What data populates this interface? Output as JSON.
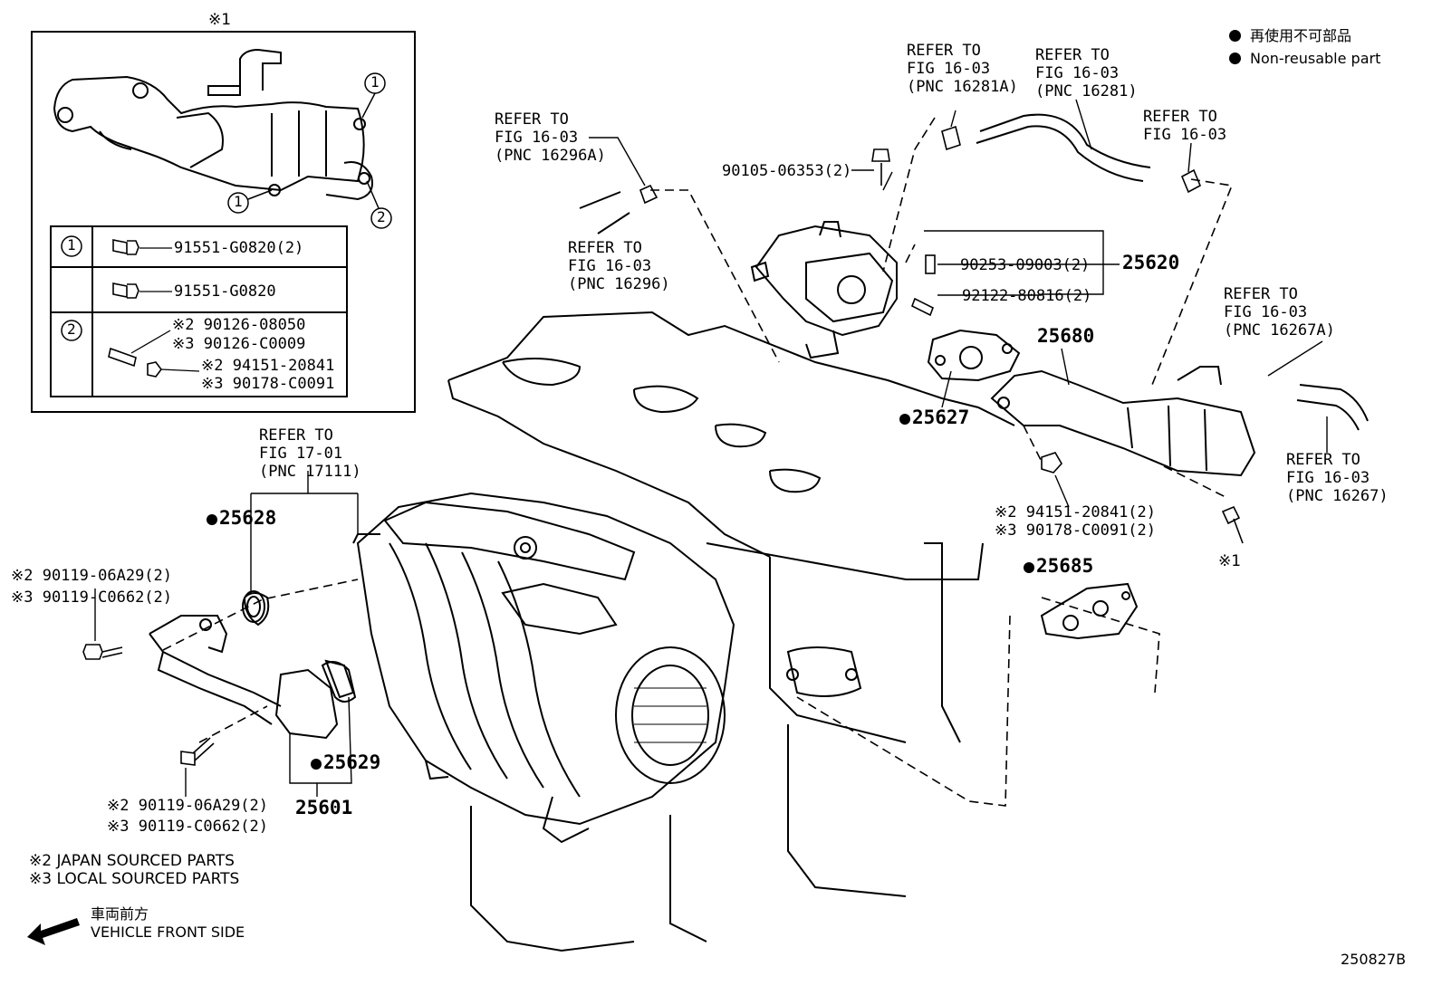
{
  "legend": {
    "jp": "再使用不可部品",
    "en": "Non-reusable part"
  },
  "inset": {
    "mark": "※1",
    "callout_1": "1",
    "callout_2": "2",
    "rows": [
      {
        "num": "1",
        "parts": [
          "91551-G0820(2)"
        ]
      },
      {
        "num": "2",
        "parts": [
          "91551-G0820",
          "※2 90126-08050",
          "※3 90126-C0009",
          "※2 94151-20841",
          "※3 90178-C0091"
        ]
      }
    ]
  },
  "refs": {
    "fig1603_16296a": [
      "REFER TO",
      "FIG 16-03",
      "(PNC 16296A)"
    ],
    "fig1603_16296": [
      "REFER TO",
      "FIG 16-03",
      "(PNC 16296)"
    ],
    "fig1603_16281a": [
      "REFER TO",
      "FIG 16-03",
      "(PNC 16281A)"
    ],
    "fig1603_16281": [
      "REFER TO",
      "FIG 16-03",
      "(PNC 16281)"
    ],
    "fig1603_plain": [
      "REFER TO",
      "FIG 16-03"
    ],
    "fig1603_16267a": [
      "REFER TO",
      "FIG 16-03",
      "(PNC 16267A)"
    ],
    "fig1603_16267": [
      "REFER TO",
      "FIG 16-03",
      "(PNC 16267)"
    ],
    "fig1701_17111": [
      "REFER TO",
      "FIG 17-01",
      "(PNC 17111)"
    ]
  },
  "parts": {
    "p90105": "90105-06353(2)",
    "p90253": "90253-09003(2)",
    "p92122": "92122-80816(2)",
    "p25620": "25620",
    "p25680": "25680",
    "p25627": "25627",
    "p25628": "25628",
    "p25629": "25629",
    "p25601": "25601",
    "p25685": "25685",
    "p94151": "※2 94151-20841(2)",
    "p90178": "※3 90178-C0091(2)",
    "mark1": "※1",
    "p90119a_2": "※2 90119-06A29(2)",
    "p90119a_3": "※3 90119-C0662(2)",
    "p90119b_2": "※2 90119-06A29(2)",
    "p90119b_3": "※3 90119-C0662(2)"
  },
  "notes": {
    "japan": "※2  JAPAN SOURCED PARTS",
    "local": "※3  LOCAL SOURCED PARTS",
    "front_jp": "車両前方",
    "front_en": "VEHICLE FRONT SIDE"
  },
  "diagram_id": "250827B"
}
